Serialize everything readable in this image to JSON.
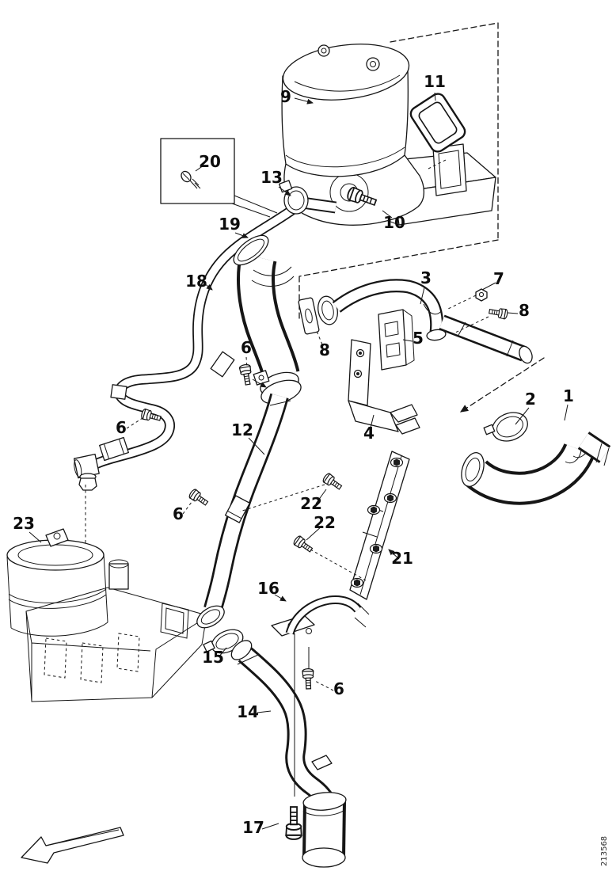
{
  "figure_number": "213568",
  "colors": {
    "background": "#ffffff",
    "line": "#161616",
    "label": "#0d0d0d"
  },
  "icons": {
    "direction_arrow": "outlined 3d arrow pointing lower-left"
  },
  "callouts": {
    "c9": {
      "label": "9"
    },
    "c11": {
      "label": "11"
    },
    "c20": {
      "label": "20"
    },
    "c13": {
      "label": "13"
    },
    "c10": {
      "label": "10"
    },
    "c19": {
      "label": "19"
    },
    "c18": {
      "label": "18"
    },
    "c3": {
      "label": "3"
    },
    "c7": {
      "label": "7"
    },
    "c8a": {
      "label": "8"
    },
    "c8b": {
      "label": "8"
    },
    "c5": {
      "label": "5"
    },
    "c4": {
      "label": "4"
    },
    "c2": {
      "label": "2"
    },
    "c1": {
      "label": "1"
    },
    "c6a": {
      "label": "6"
    },
    "c6b": {
      "label": "6"
    },
    "c12": {
      "label": "12"
    },
    "c6c": {
      "label": "6"
    },
    "c22a": {
      "label": "22"
    },
    "c22b": {
      "label": "22"
    },
    "c21": {
      "label": "21"
    },
    "c23": {
      "label": "23"
    },
    "c16": {
      "label": "16"
    },
    "c15": {
      "label": "15"
    },
    "c14": {
      "label": "14"
    },
    "c6d": {
      "label": "6"
    },
    "c17": {
      "label": "17"
    }
  }
}
